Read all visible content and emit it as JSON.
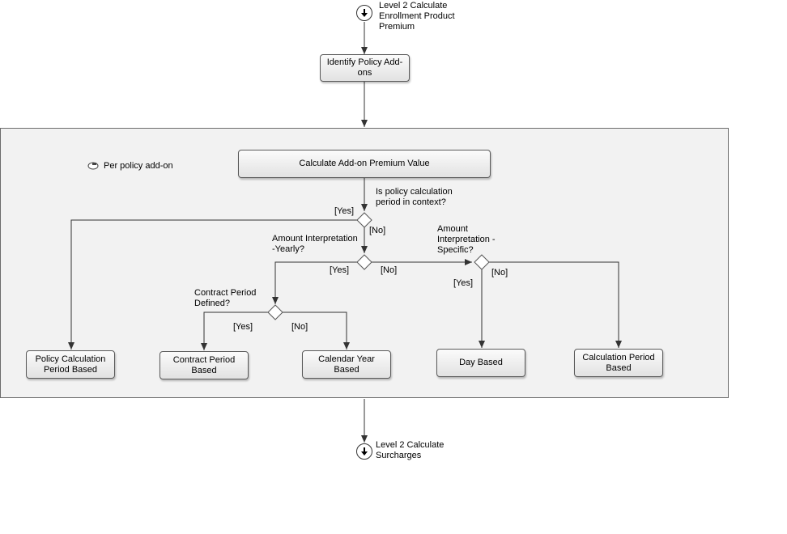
{
  "start": {
    "label": "Level 2 Calculate\nEnrollment Product\nPremium"
  },
  "end": {
    "label": "Level 2 Calculate\nSurcharges"
  },
  "nodes": {
    "identify_addons": "Identify Policy Add-\nons",
    "calc_addon_value": "Calculate Add-on Premium Value",
    "policy_calc_period": "Policy Calculation\nPeriod Based",
    "contract_period": "Contract Period\nBased",
    "calendar_year": "Calendar Year\nBased",
    "day_based": "Day Based",
    "calc_period": "Calculation Period\nBased"
  },
  "loop_label": "Per policy add-on",
  "decisions": {
    "in_context": "Is policy calculation\nperiod in context?",
    "yearly": "Amount Interpretation\n-Yearly?",
    "specific": "Amount\nInterpretation -\nSpecific?",
    "contract_defined": "Contract Period\nDefined?"
  },
  "branch_labels": {
    "yes": "[Yes]",
    "no": "[No]"
  }
}
